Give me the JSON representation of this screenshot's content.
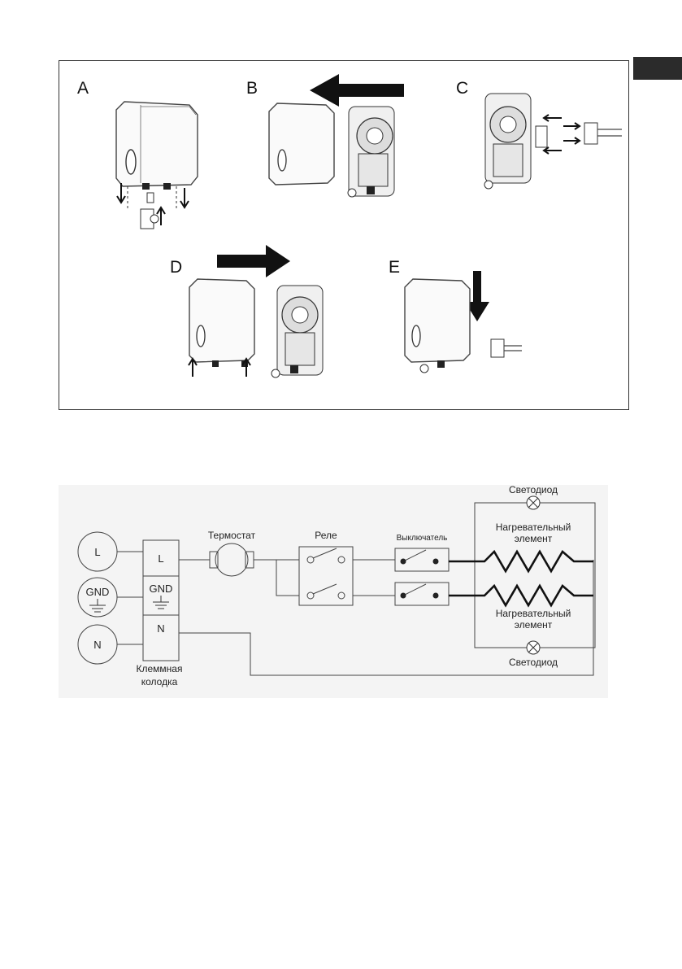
{
  "page": {
    "section_tab": "dark-tab"
  },
  "installation_steps": {
    "steps": [
      {
        "letter": "A"
      },
      {
        "letter": "B"
      },
      {
        "letter": "C"
      },
      {
        "letter": "D"
      },
      {
        "letter": "E"
      }
    ]
  },
  "wiring_diagram": {
    "terminal_circles": {
      "l": "L",
      "gnd": "GND",
      "n": "N"
    },
    "terminal_block": {
      "l": "L",
      "gnd": "GND",
      "n": "N",
      "label_line1": "Клеммная",
      "label_line2": "колодка"
    },
    "thermostat_label": "Термостат",
    "relay_label": "Реле",
    "switch_label": "Выключатель",
    "led_top_label": "Светодиод",
    "led_bottom_label": "Светодиод",
    "heater_top": {
      "line1": "Нагревательный",
      "line2": "элемент"
    },
    "heater_bottom": {
      "line1": "Нагревательный",
      "line2": "элемент"
    }
  }
}
